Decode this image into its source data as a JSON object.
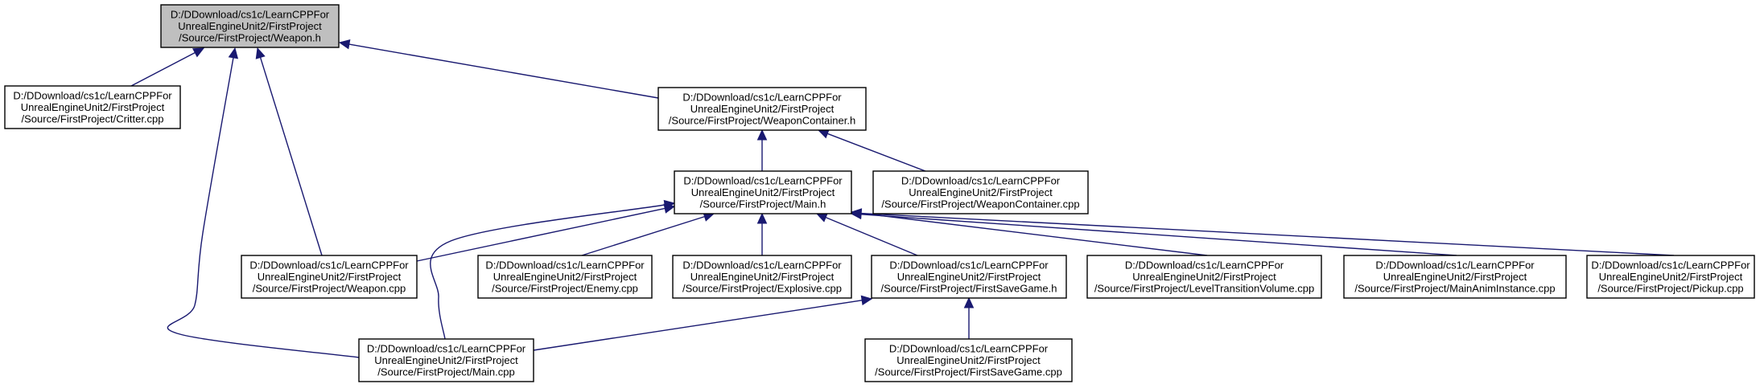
{
  "colors": {
    "focus_fill": "#bfbfbf",
    "node_fill": "#ffffff",
    "node_border": "#000000",
    "edge": "#191970"
  },
  "nodes": [
    {
      "id": "weapon_h",
      "focus": true,
      "lines": [
        "D:/DDownload/cs1c/LearnCPPFor",
        "UnrealEngineUnit2/FirstProject",
        "/Source/FirstProject/Weapon.h"
      ]
    },
    {
      "id": "critter_cpp",
      "lines": [
        "D:/DDownload/cs1c/LearnCPPFor",
        "UnrealEngineUnit2/FirstProject",
        "/Source/FirstProject/Critter.cpp"
      ]
    },
    {
      "id": "weaponcontainer_h",
      "lines": [
        "D:/DDownload/cs1c/LearnCPPFor",
        "UnrealEngineUnit2/FirstProject",
        "/Source/FirstProject/WeaponContainer.h"
      ]
    },
    {
      "id": "main_h",
      "lines": [
        "D:/DDownload/cs1c/LearnCPPFor",
        "UnrealEngineUnit2/FirstProject",
        "/Source/FirstProject/Main.h"
      ]
    },
    {
      "id": "weaponcontainer_cpp",
      "lines": [
        "D:/DDownload/cs1c/LearnCPPFor",
        "UnrealEngineUnit2/FirstProject",
        "/Source/FirstProject/WeaponContainer.cpp"
      ]
    },
    {
      "id": "weapon_cpp",
      "lines": [
        "D:/DDownload/cs1c/LearnCPPFor",
        "UnrealEngineUnit2/FirstProject",
        "/Source/FirstProject/Weapon.cpp"
      ]
    },
    {
      "id": "enemy_cpp",
      "lines": [
        "D:/DDownload/cs1c/LearnCPPFor",
        "UnrealEngineUnit2/FirstProject",
        "/Source/FirstProject/Enemy.cpp"
      ]
    },
    {
      "id": "explosive_cpp",
      "lines": [
        "D:/DDownload/cs1c/LearnCPPFor",
        "UnrealEngineUnit2/FirstProject",
        "/Source/FirstProject/Explosive.cpp"
      ]
    },
    {
      "id": "firstsavegame_h",
      "lines": [
        "D:/DDownload/cs1c/LearnCPPFor",
        "UnrealEngineUnit2/FirstProject",
        "/Source/FirstProject/FirstSaveGame.h"
      ]
    },
    {
      "id": "leveltransitionvolume_cpp",
      "lines": [
        "D:/DDownload/cs1c/LearnCPPFor",
        "UnrealEngineUnit2/FirstProject",
        "/Source/FirstProject/LevelTransitionVolume.cpp"
      ]
    },
    {
      "id": "mainaniminstance_cpp",
      "lines": [
        "D:/DDownload/cs1c/LearnCPPFor",
        "UnrealEngineUnit2/FirstProject",
        "/Source/FirstProject/MainAnimInstance.cpp"
      ]
    },
    {
      "id": "pickup_cpp",
      "lines": [
        "D:/DDownload/cs1c/LearnCPPFor",
        "UnrealEngineUnit2/FirstProject",
        "/Source/FirstProject/Pickup.cpp"
      ]
    },
    {
      "id": "main_cpp",
      "lines": [
        "D:/DDownload/cs1c/LearnCPPFor",
        "UnrealEngineUnit2/FirstProject",
        "/Source/FirstProject/Main.cpp"
      ]
    },
    {
      "id": "firstsavegame_cpp",
      "lines": [
        "D:/DDownload/cs1c/LearnCPPFor",
        "UnrealEngineUnit2/FirstProject",
        "/Source/FirstProject/FirstSaveGame.cpp"
      ]
    }
  ],
  "edges": [
    {
      "from": "critter_cpp",
      "to": "weapon_h"
    },
    {
      "from": "weaponcontainer_h",
      "to": "weapon_h"
    },
    {
      "from": "weapon_cpp",
      "to": "weapon_h"
    },
    {
      "from": "main_cpp",
      "to": "weapon_h"
    },
    {
      "from": "main_h",
      "to": "weaponcontainer_h"
    },
    {
      "from": "weaponcontainer_cpp",
      "to": "weaponcontainer_h"
    },
    {
      "from": "weapon_cpp",
      "to": "main_h"
    },
    {
      "from": "enemy_cpp",
      "to": "main_h"
    },
    {
      "from": "explosive_cpp",
      "to": "main_h"
    },
    {
      "from": "firstsavegame_h",
      "to": "main_h"
    },
    {
      "from": "leveltransitionvolume_cpp",
      "to": "main_h"
    },
    {
      "from": "mainaniminstance_cpp",
      "to": "main_h"
    },
    {
      "from": "pickup_cpp",
      "to": "main_h"
    },
    {
      "from": "main_cpp",
      "to": "main_h"
    },
    {
      "from": "main_cpp",
      "to": "firstsavegame_h"
    },
    {
      "from": "firstsavegame_cpp",
      "to": "firstsavegame_h"
    }
  ]
}
